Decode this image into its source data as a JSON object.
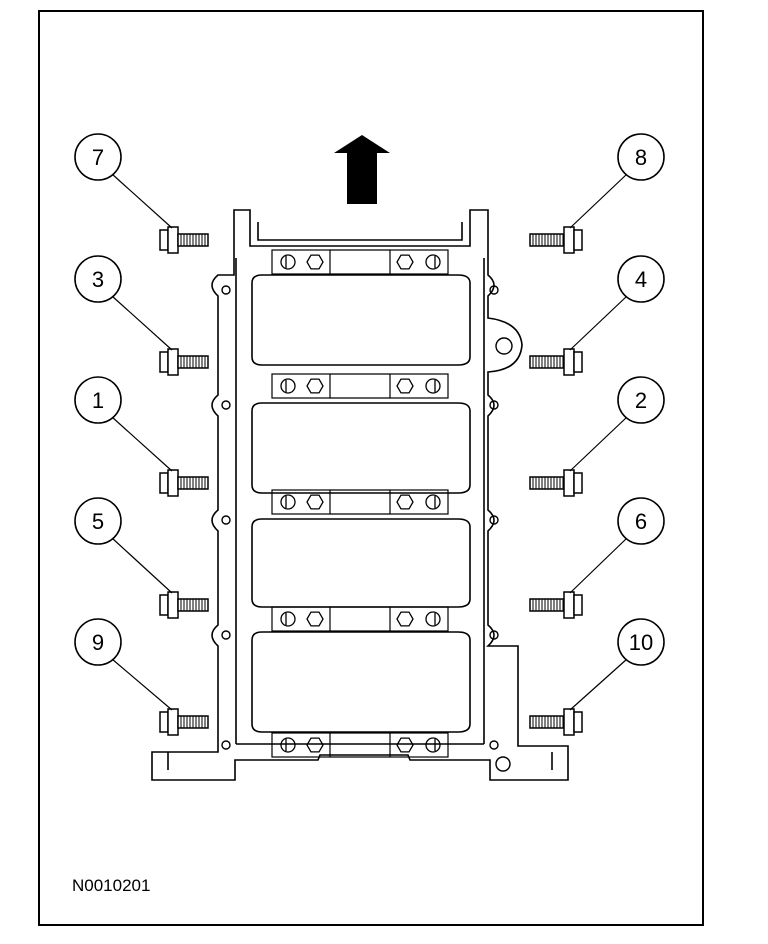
{
  "figure_code": "N0010201",
  "colors": {
    "line": "#000000",
    "background": "#ffffff"
  },
  "arrow": {
    "icon": "up-arrow-icon",
    "meaning": "front"
  },
  "bolts": [
    {
      "number": "7",
      "side": "left",
      "row": 0
    },
    {
      "number": "8",
      "side": "right",
      "row": 0
    },
    {
      "number": "3",
      "side": "left",
      "row": 1
    },
    {
      "number": "4",
      "side": "right",
      "row": 1
    },
    {
      "number": "1",
      "side": "left",
      "row": 2
    },
    {
      "number": "2",
      "side": "right",
      "row": 2
    },
    {
      "number": "5",
      "side": "left",
      "row": 3
    },
    {
      "number": "6",
      "side": "right",
      "row": 3
    },
    {
      "number": "9",
      "side": "left",
      "row": 4
    },
    {
      "number": "10",
      "side": "right",
      "row": 4
    }
  ]
}
